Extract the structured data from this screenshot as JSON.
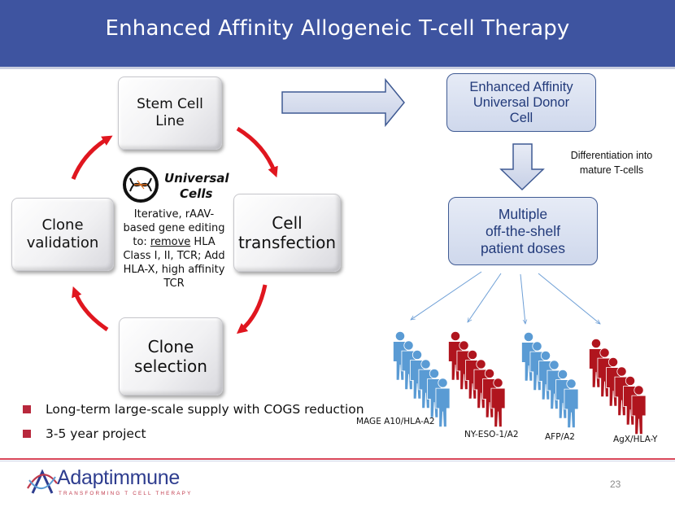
{
  "slide": {
    "title": "Enhanced Affinity Allogeneic T-cell Therapy",
    "page_number": "23"
  },
  "cycle": {
    "stem_cell_line": "Stem Cell\nLine",
    "cell_transfection": "Cell\ntransfection",
    "clone_selection": "Clone\nselection",
    "clone_validation": "Clone\nvalidation",
    "arrow_color": "#e0161f"
  },
  "universal_cells": {
    "logo_line1": "Universal",
    "logo_line2": "Cells",
    "desc_part1": "Iterative, rAAV-based gene editing to: ",
    "desc_underlined": "remove",
    "desc_part2": " HLA Class I, II, TCR; Add HLA-X, high affinity TCR"
  },
  "right_flow": {
    "universal_donor": "Enhanced Affinity\nUniversal Donor\nCell",
    "differentiation": "Differentiation into\nmature T-cells",
    "doses": "Multiple\noff-the-shelf\npatient doses",
    "box_border": "#3f5a93",
    "box_text_color": "#223a7a"
  },
  "patient_groups": [
    {
      "label": "MAGE A10/HLA-A2",
      "color": "#5a9bd4"
    },
    {
      "label": "NY-ESO-1/A2",
      "color": "#b0151e"
    },
    {
      "label": "AFP/A2",
      "color": "#5a9bd4"
    },
    {
      "label": "AgX/HLA-Y",
      "color": "#b0151e"
    }
  ],
  "bullets": [
    "Long-term large-scale supply with COGS reduction",
    "3-5 year project"
  ],
  "brand": {
    "name": "Adaptimmune",
    "tagline": "TRANSFORMING T CELL THERAPY",
    "primary": "#3e54a0",
    "accent": "#b8283c"
  }
}
